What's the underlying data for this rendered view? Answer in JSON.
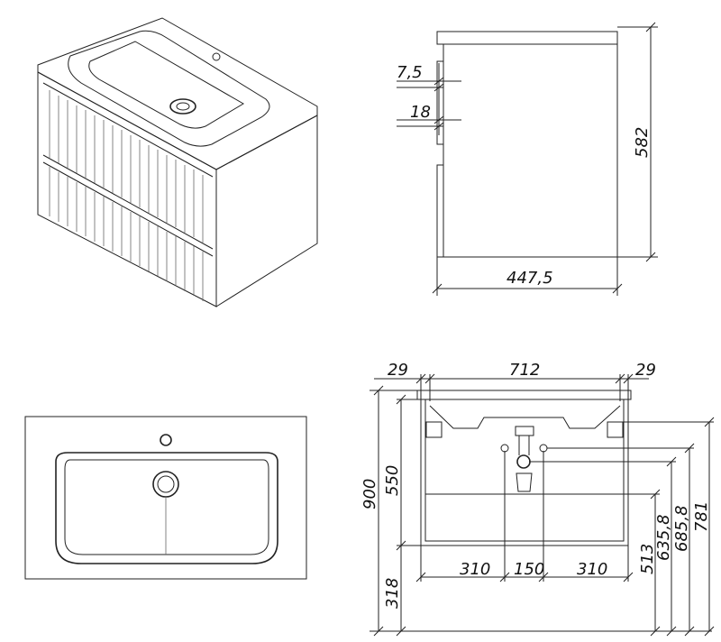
{
  "side_view": {
    "dim_gap": "7,5",
    "dim_panel": "18",
    "dim_height": "582",
    "dim_depth": "447,5"
  },
  "front_view": {
    "dim_left_offset": "29",
    "dim_width": "712",
    "dim_right_offset": "29",
    "dim_total_height": "900",
    "dim_cabinet_height": "550",
    "dim_floor_clearance": "318",
    "dim_left_spacing": "310",
    "dim_center_spacing": "150",
    "dim_right_spacing": "310",
    "dim_513": "513",
    "dim_635": "635,8",
    "dim_685": "685,8",
    "dim_781": "781"
  }
}
